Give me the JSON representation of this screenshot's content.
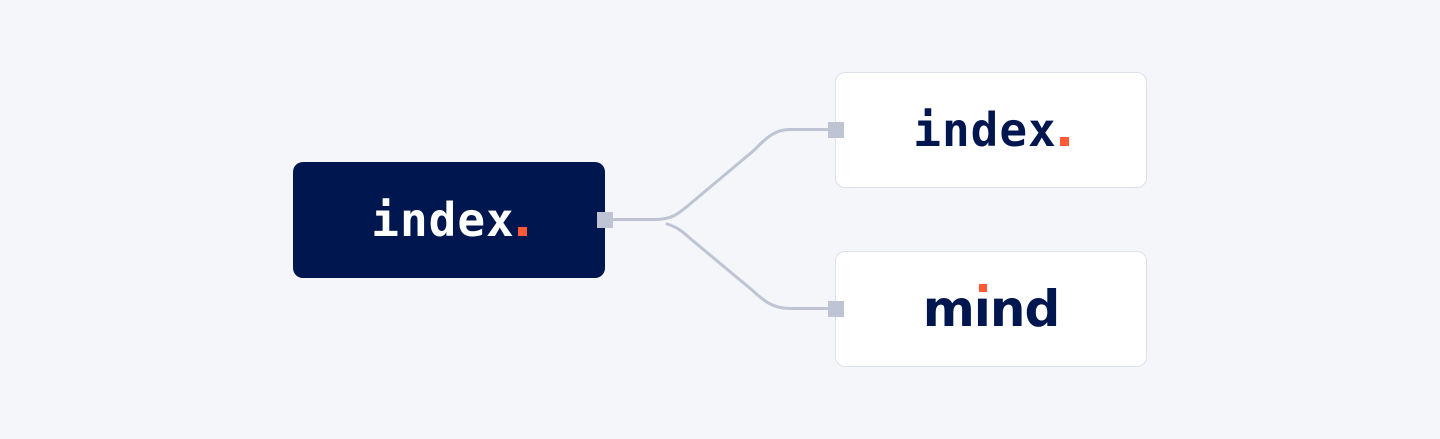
{
  "canvas": {
    "background": "#F4F6FA"
  },
  "colors": {
    "navy": "#00164F",
    "accent": "#FF5A36",
    "connector": "#BEC4D4",
    "node_border": "#DCE0EA",
    "white": "#FFFFFF"
  },
  "nodes": {
    "root": {
      "label": "index",
      "suffix": ".",
      "style": "dark"
    },
    "children": [
      {
        "label": "index",
        "suffix": ".",
        "style": "light"
      },
      {
        "label": "mınd",
        "accent_on": "i-dot",
        "style": "light"
      }
    ]
  },
  "edges": [
    {
      "from": "root",
      "to": "children.0"
    },
    {
      "from": "root",
      "to": "children.1"
    }
  ]
}
